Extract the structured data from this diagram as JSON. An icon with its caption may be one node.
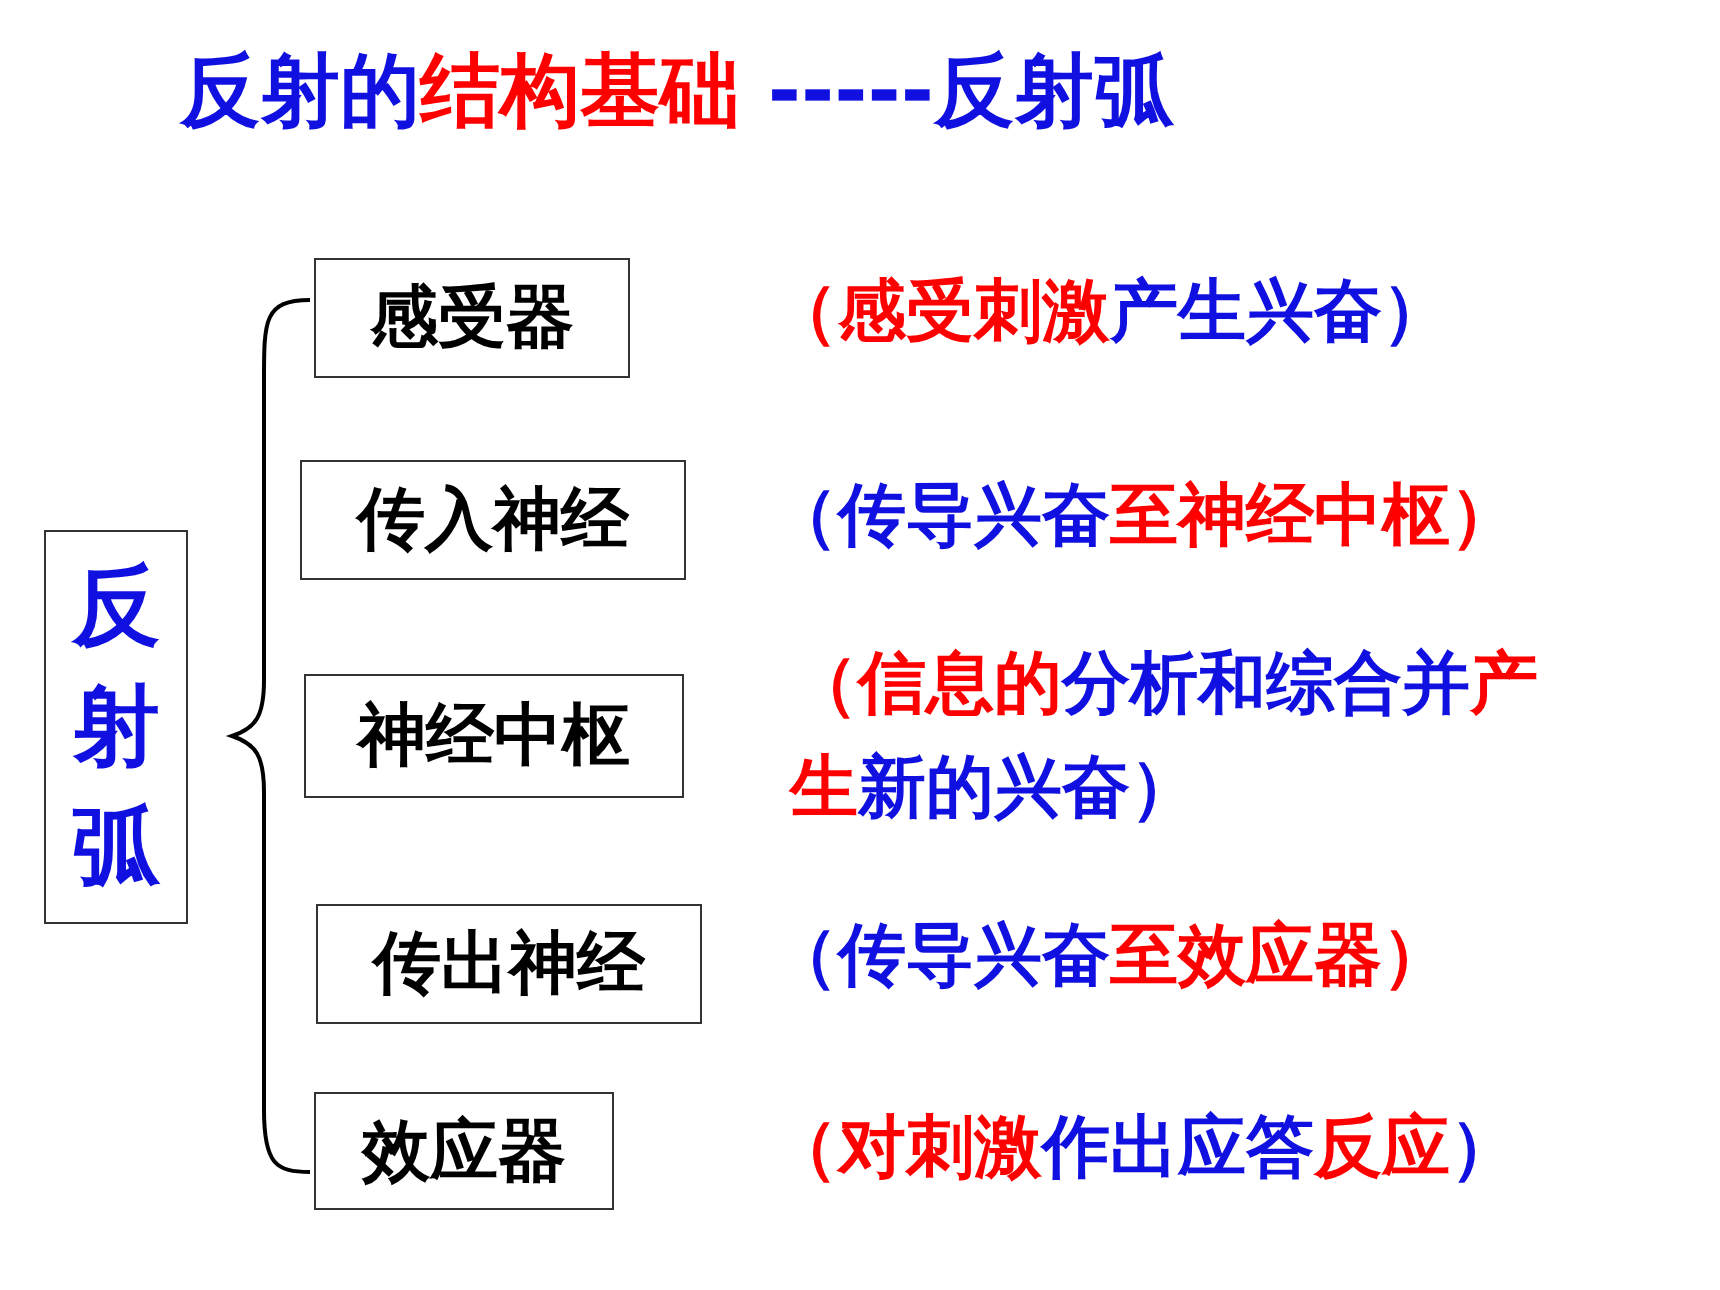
{
  "diagram": {
    "title": "反射的**结构基础** -----反射弧",
    "nodes": [
      {
        "text": [
          "反射弧"
        ]
      },
      {
        "text": [
          "感受器"
        ],
        "beside": [
          "**（感受刺激**产生兴奋）"
        ]
      },
      {
        "text": [
          "传入神经"
        ],
        "beside": [
          "（传导兴奋**至神经中枢）**"
        ]
      },
      {
        "text": [
          "神经中枢"
        ],
        "beside": [
          "**（信息的**分析和综合并**产生**新的兴奋）"
        ]
      },
      {
        "text": [
          "传出神经"
        ],
        "beside": [
          "（传导兴奋**至效应器）**"
        ]
      },
      {
        "text": [
          "效应器"
        ],
        "beside": [
          "**（对刺激**作出应答**反应**）"
        ]
      }
    ]
  }
}
